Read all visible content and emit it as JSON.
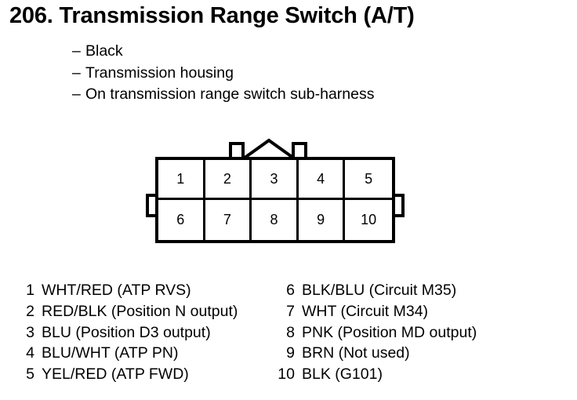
{
  "title": "206.  Transmission Range Switch (A/T)",
  "notes": [
    "Black",
    "Transmission housing",
    "On transmission range switch sub-harness"
  ],
  "dash": "–",
  "connector": {
    "top_row": [
      "1",
      "2",
      "3",
      "4",
      "5"
    ],
    "bottom_row": [
      "6",
      "7",
      "8",
      "9",
      "10"
    ]
  },
  "legend_left": [
    {
      "num": "1",
      "text": "WHT/RED (ATP RVS)"
    },
    {
      "num": "2",
      "text": "RED/BLK (Position N output)"
    },
    {
      "num": "3",
      "text": "BLU (Position D3 output)"
    },
    {
      "num": "4",
      "text": "BLU/WHT (ATP PN)"
    },
    {
      "num": "5",
      "text": "YEL/RED (ATP FWD)"
    }
  ],
  "legend_right": [
    {
      "num": "6",
      "text": "BLK/BLU (Circuit M35)"
    },
    {
      "num": "7",
      "text": "WHT (Circuit M34)"
    },
    {
      "num": "8",
      "text": "PNK (Position MD output)"
    },
    {
      "num": "9",
      "text": "BRN (Not used)"
    },
    {
      "num": "10",
      "text": "BLK (G101)"
    }
  ]
}
